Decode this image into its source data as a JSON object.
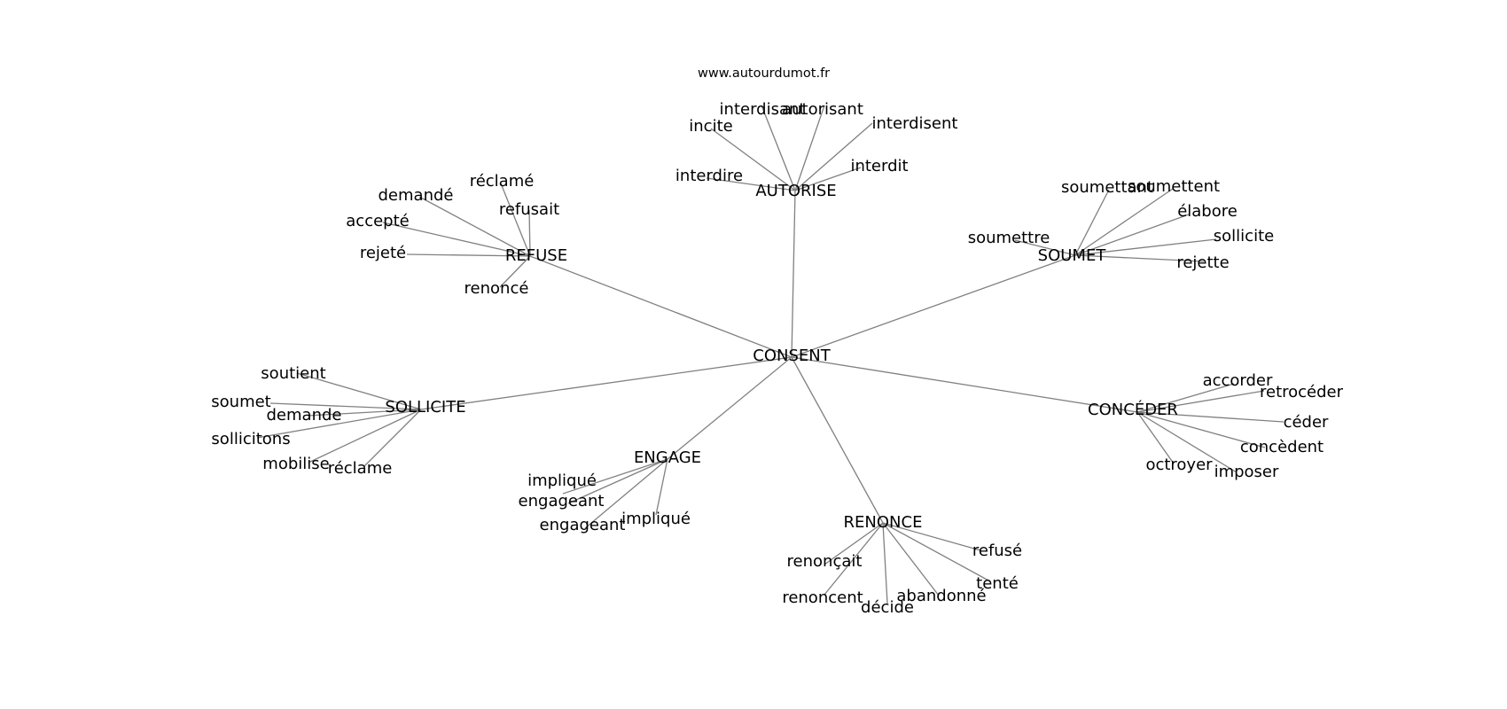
{
  "site": "www.autourdumot.fr",
  "center": "CONSENT",
  "clusters": [
    {
      "label": "AUTORISE",
      "words": [
        "interdisant",
        "autorisant",
        "incite",
        "interdisent",
        "interdire",
        "interdit"
      ]
    },
    {
      "label": "REFUSE",
      "words": [
        "réclamé",
        "demandé",
        "refusait",
        "accepté",
        "rejeté",
        "renoncé"
      ]
    },
    {
      "label": "SOUMET",
      "words": [
        "soumettant",
        "soumettent",
        "élabore",
        "soumettre",
        "sollicite",
        "rejette"
      ]
    },
    {
      "label": "SOLLICITE",
      "words": [
        "soutient",
        "soumet",
        "demande",
        "sollicitons",
        "mobilise",
        "réclame"
      ]
    },
    {
      "label": "CONCÉDER",
      "words": [
        "accorder",
        "retrocéder",
        "céder",
        "concèdent",
        "octroyer",
        "imposer"
      ]
    },
    {
      "label": "ENGAGE",
      "words": [
        "impliqué",
        "engageant",
        "engageant",
        "impliqué"
      ]
    },
    {
      "label": "RENONCE",
      "words": [
        "refusé",
        "renonçait",
        "tenté",
        "renoncent",
        "abandonné",
        "décide"
      ]
    }
  ]
}
